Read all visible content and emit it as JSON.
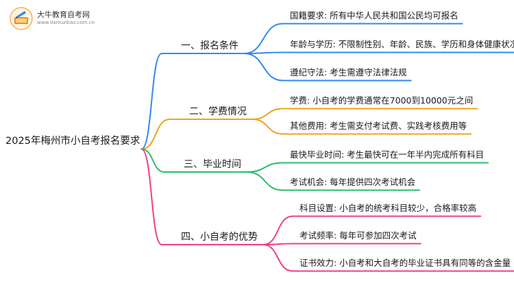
{
  "logo": {
    "title": "大牛教育自考网",
    "url": "www.daniuzikao.com.cn",
    "icon": "pencil-book-icon"
  },
  "root": {
    "label": "2025年梅州市小自考报名要求"
  },
  "branches": [
    {
      "label": "一、报名条件",
      "color": "#2f88f0",
      "leaves": [
        "国籍要求: 所有中华人民共和国公民均可报名",
        "年龄与学历: 不限制性别、年龄、民族、学历和身体健康状况",
        "遵纪守法: 考生需遵守法律法规"
      ]
    },
    {
      "label": "二、学费情况",
      "color": "#f0a21b",
      "leaves": [
        "学费: 小自考的学费通常在7000到10000元之间",
        "其他费用: 考生需支付考试费、实践考核费用等"
      ]
    },
    {
      "label": "三、毕业时间",
      "color": "#2dbb67",
      "leaves": [
        "最快毕业时间: 考生最快可在一年半内完成所有科目",
        "考试机会: 每年提供四次考试机会"
      ]
    },
    {
      "label": "四、小自考的优势",
      "color": "#ee3d8a",
      "leaves": [
        "科目设置: 小自考的统考科目较少，合格率较高",
        "考试频率: 每年可参加四次考试",
        "证书效力: 小自考和大自考的毕业证书具有同等的含金量"
      ]
    }
  ]
}
